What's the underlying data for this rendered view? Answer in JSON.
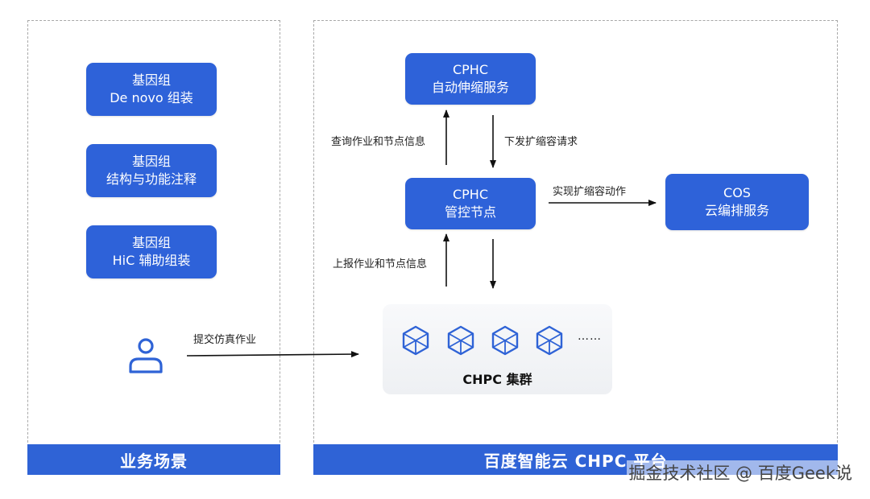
{
  "left_panel": {
    "boxes": [
      {
        "line1": "基因组",
        "line2": "De novo 组装"
      },
      {
        "line1": "基因组",
        "line2": "结构与功能注释"
      },
      {
        "line1": "基因组",
        "line2": "HiC 辅助组装"
      }
    ],
    "submit_label": "提交仿真作业",
    "footer": "业务场景"
  },
  "right_panel": {
    "autoscale_box": {
      "line1": "CPHC",
      "line2": "自动伸缩服务"
    },
    "control_box": {
      "line1": "CPHC",
      "line2": "管控节点"
    },
    "cos_box": {
      "line1": "COS",
      "line2": "云编排服务"
    },
    "query_label": "查询作业和节点信息",
    "scale_request_label": "下发扩缩容请求",
    "scale_action_label": "实现扩缩容动作",
    "report_label": "上报作业和节点信息",
    "cluster": {
      "label": "CHPC 集群",
      "ellipsis": "……",
      "node_icon": "cube-icon"
    },
    "footer": "百度智能云 CHPC 平台"
  },
  "watermark": "掘金技术社区 @ 百度Geek说",
  "colors": {
    "accent": "#2e62d9",
    "footer": "#2f63d6",
    "node_icon": "#2f63d6"
  }
}
